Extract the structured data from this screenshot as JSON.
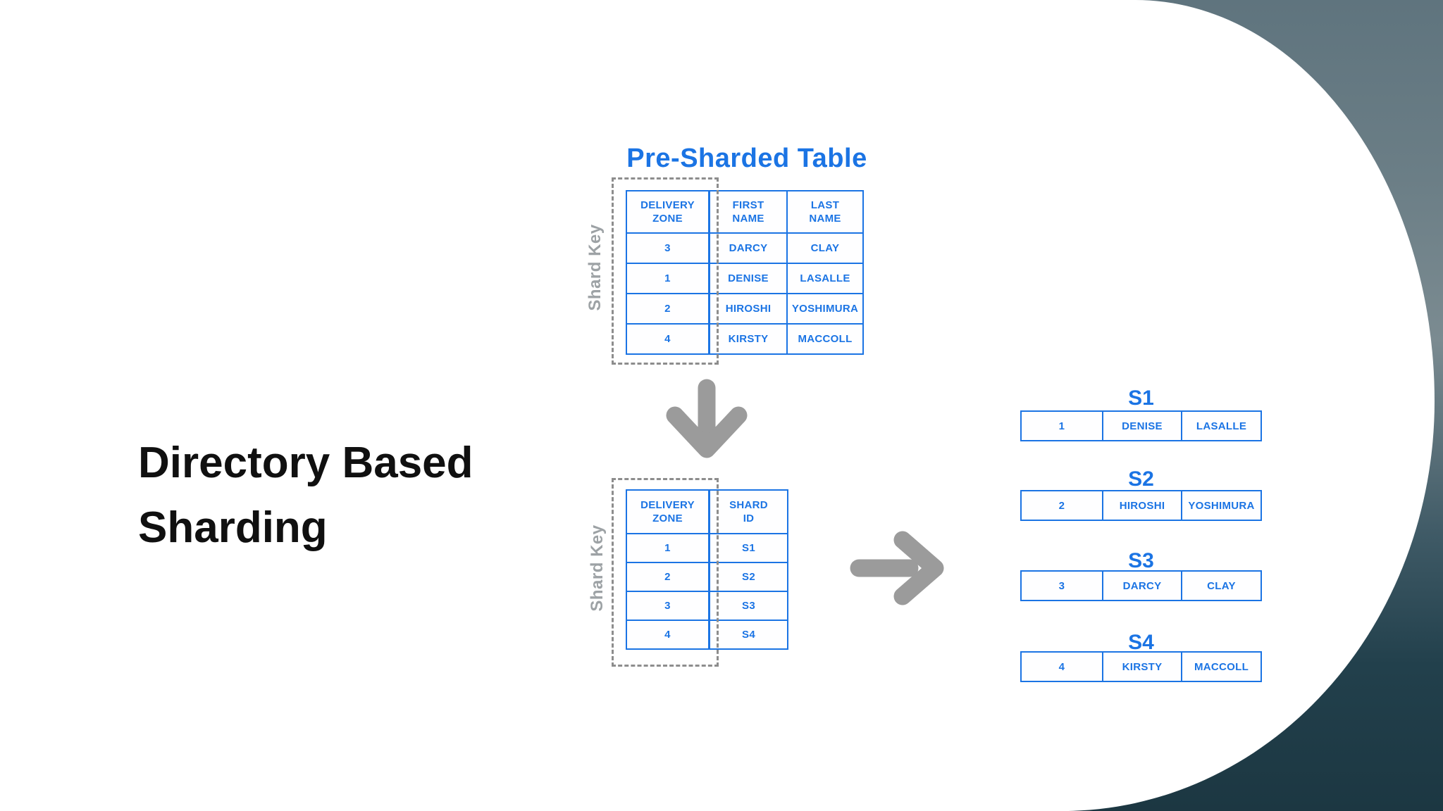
{
  "main_title": {
    "line1": "Directory Based",
    "line2": "Sharding"
  },
  "colors": {
    "accent_blue": "#1b74e4",
    "arrow_gray": "#9b9b9b",
    "dash_gray": "#8d8d8d",
    "shard_key_gray": "#9da2a5",
    "background_top": "#5f747e",
    "background_bottom": "#1c3742",
    "panel": "#ffffff"
  },
  "icons": {
    "down_arrow": "down-arrow",
    "right_arrow": "right-arrow"
  },
  "pre_sharded": {
    "title": "Pre-Sharded Table",
    "shard_key_label": "Shard Key",
    "key_column": {
      "header": [
        "DELIVERY",
        "ZONE"
      ],
      "values": [
        "3",
        "1",
        "2",
        "4"
      ]
    },
    "name_table": {
      "headers": [
        [
          "FIRST",
          "NAME"
        ],
        [
          "LAST",
          "NAME"
        ]
      ],
      "rows": [
        [
          "DARCY",
          "CLAY"
        ],
        [
          "DENISE",
          "LASALLE"
        ],
        [
          "HIROSHI",
          "YOSHIMURA"
        ],
        [
          "KIRSTY",
          "MACCOLL"
        ]
      ]
    }
  },
  "directory": {
    "shard_key_label": "Shard Key",
    "key_column": {
      "header": [
        "DELIVERY",
        "ZONE"
      ],
      "values": [
        "1",
        "2",
        "3",
        "4"
      ]
    },
    "id_column": {
      "header": [
        "SHARD",
        "ID"
      ],
      "values": [
        "S1",
        "S2",
        "S3",
        "S4"
      ]
    }
  },
  "shards": [
    {
      "label": "S1",
      "cells": [
        "1",
        "DENISE",
        "LASALLE"
      ]
    },
    {
      "label": "S2",
      "cells": [
        "2",
        "HIROSHI",
        "YOSHIMURA"
      ]
    },
    {
      "label": "S3",
      "cells": [
        "3",
        "DARCY",
        "CLAY"
      ]
    },
    {
      "label": "S4",
      "cells": [
        "4",
        "KIRSTY",
        "MACCOLL"
      ]
    }
  ]
}
